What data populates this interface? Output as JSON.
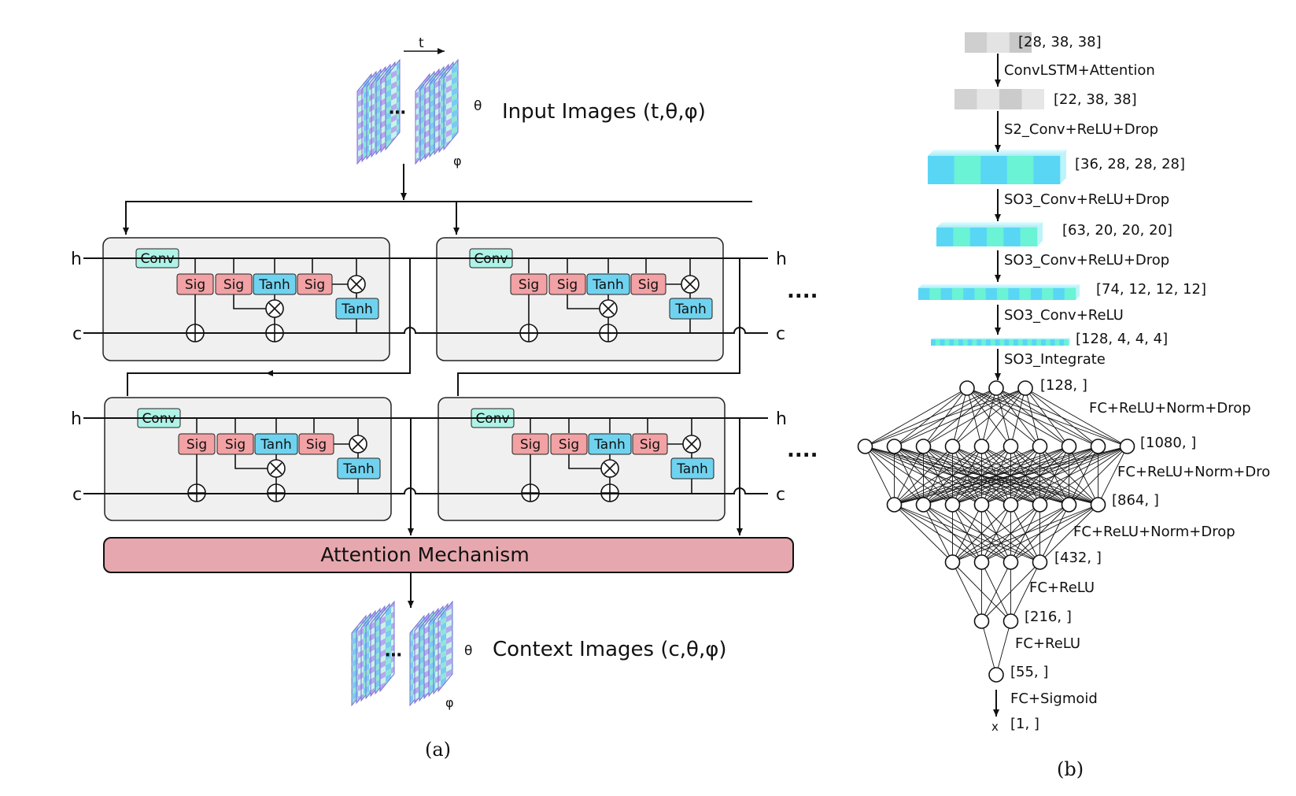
{
  "panel_a": {
    "time_axis_label": "t",
    "input_caption": "Input Images (t,θ,φ)",
    "context_caption": "Context Images (c,θ,φ)",
    "theta": "θ",
    "phi": "φ",
    "stack_ellipsis": "⋯",
    "row_ellipsis": "....",
    "hidden_label": "h",
    "cell_label": "c",
    "conv_label": "Conv",
    "sig_label": "Sig",
    "tanh_label": "Tanh",
    "attention_label": "Attention Mechanism",
    "caption": "(a)"
  },
  "panel_b": {
    "caption": "(b)",
    "top_arrow_labels": [
      "ConvLSTM+Attention",
      "S2_Conv+ReLU+Drop",
      "SO3_Conv+ReLU+Drop",
      "SO3_Conv+ReLU+Drop",
      "SO3_Conv+ReLU",
      "SO3_Integrate"
    ],
    "shapes": [
      "[28, 38, 38]",
      "[22, 38, 38]",
      "[36, 28, 28, 28]",
      "[63, 20, 20, 20]",
      "[74, 12, 12, 12]",
      "[128, 4, 4, 4]"
    ],
    "mlp_layers": [
      {
        "shape": "[128, ]",
        "nodes": 3
      },
      {
        "shape": "[1080, ]",
        "nodes": 10
      },
      {
        "shape": "[864, ]",
        "nodes": 8
      },
      {
        "shape": "[432, ]",
        "nodes": 4
      },
      {
        "shape": "[216, ]",
        "nodes": 2
      },
      {
        "shape": "[55, ]",
        "nodes": 1
      }
    ],
    "mlp_labels": [
      "FC+ReLU+Norm+Drop",
      "FC+ReLU+Norm+Dro",
      "FC+ReLU+Norm+Drop",
      "FC+ReLU",
      "FC+ReLU"
    ],
    "final_label": "FC+Sigmoid",
    "output_symbol": "x",
    "output_shape": "[1, ]"
  },
  "colors": {
    "conv": "#aef3e6",
    "sig": "#f2a1a4",
    "tanh": "#6fd3f0",
    "attention": "#e6a8ae",
    "cell_box": "#f0f0f0",
    "cyan": "#5ad6f5",
    "teal": "#6af3d4"
  }
}
